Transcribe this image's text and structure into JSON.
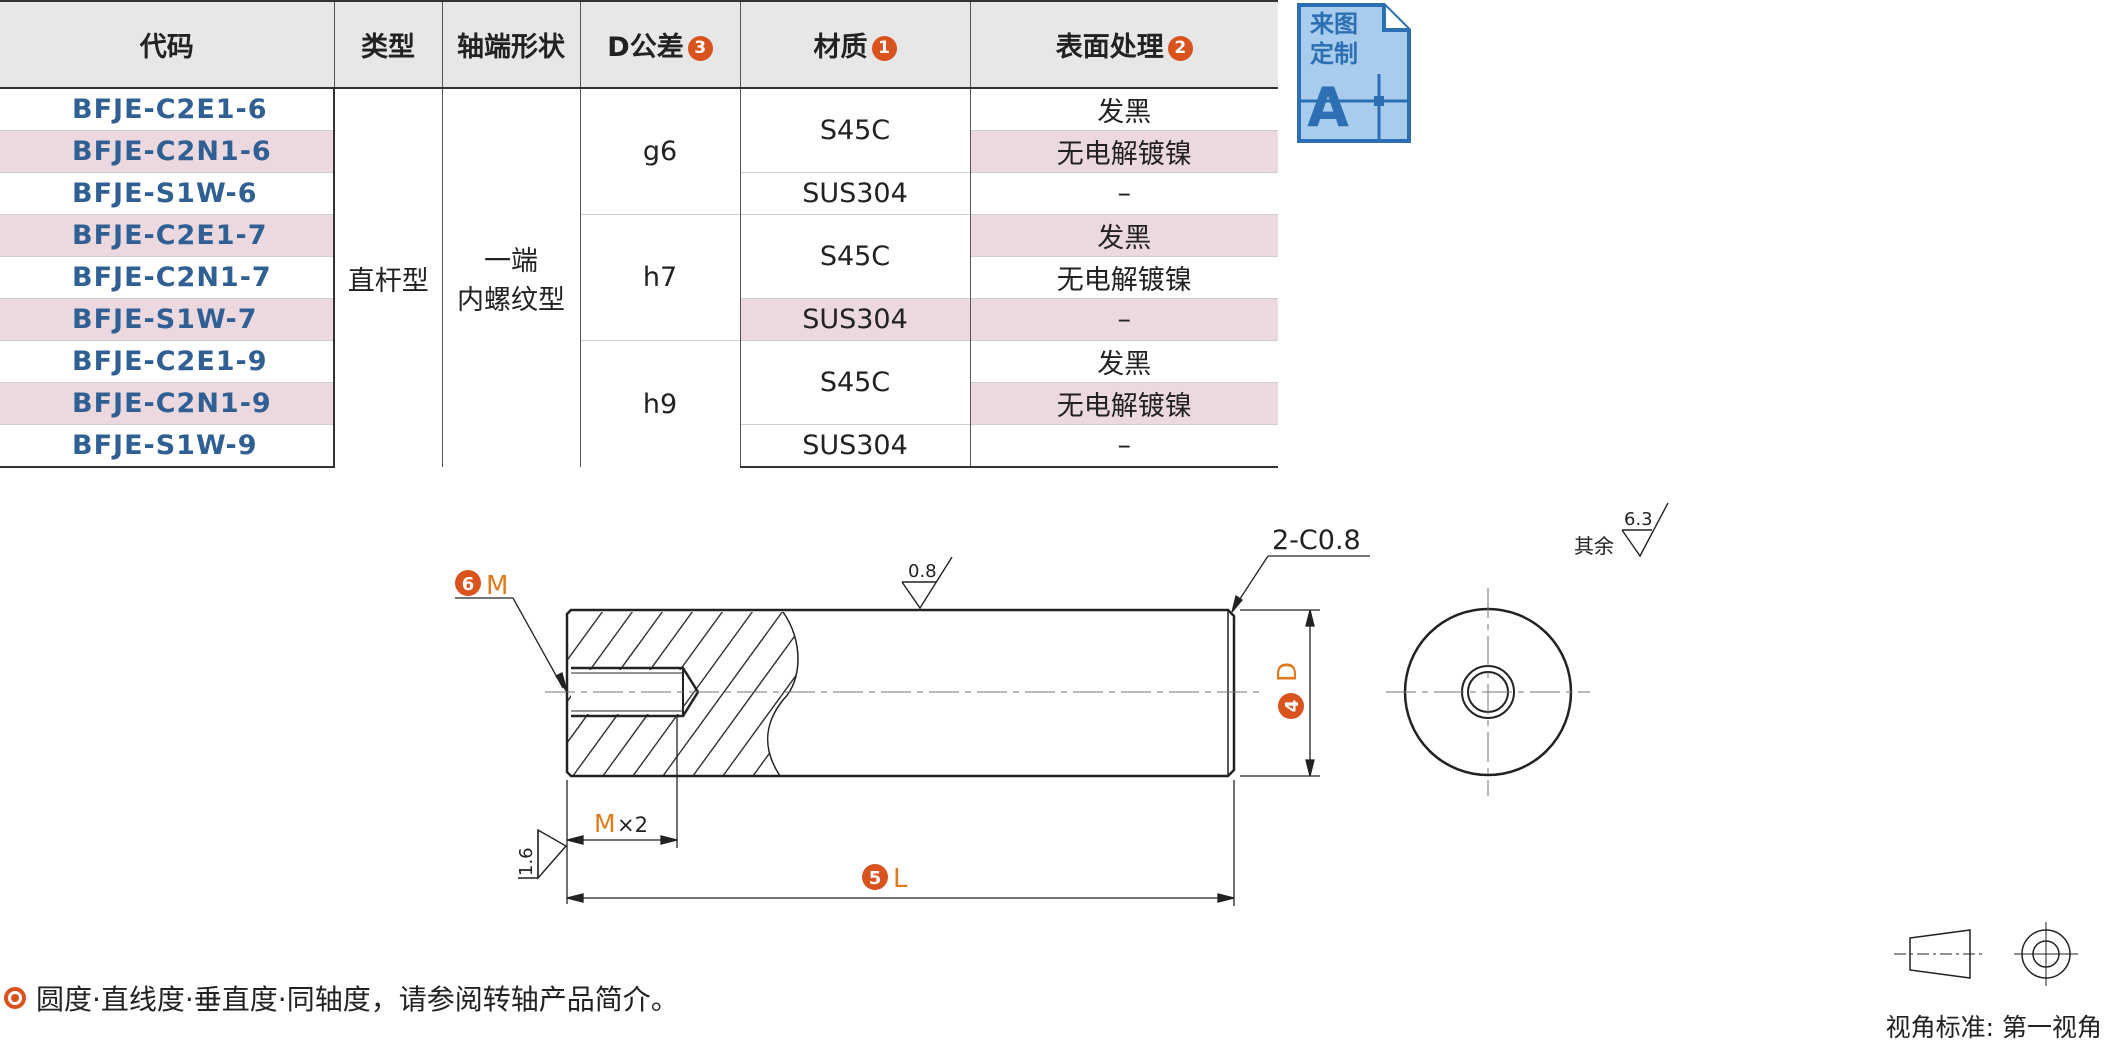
{
  "table": {
    "headers": {
      "code": "代码",
      "type": "类型",
      "shaft_end": "轴端形状",
      "d_tolerance": "D公差",
      "d_tolerance_badge": "3",
      "material": "材质",
      "material_badge": "1",
      "surface": "表面处理",
      "surface_badge": "2"
    },
    "codes": [
      "BFJE-C2E1-6",
      "BFJE-C2N1-6",
      "BFJE-S1W-6",
      "BFJE-C2E1-7",
      "BFJE-C2N1-7",
      "BFJE-S1W-7",
      "BFJE-C2E1-9",
      "BFJE-C2N1-9",
      "BFJE-S1W-9"
    ],
    "type_value": "直杆型",
    "shaft_end_value_line1": "一端",
    "shaft_end_value_line2": "内螺纹型",
    "tolerances": [
      "g6",
      "h7",
      "h9"
    ],
    "materials": [
      "S45C",
      "SUS304",
      "S45C",
      "SUS304",
      "S45C",
      "SUS304"
    ],
    "finishes": [
      "发黑",
      "无电解镀镍",
      "–",
      "发黑",
      "无电解镀镍",
      "–",
      "发黑",
      "无电解镀镍",
      "–"
    ]
  },
  "custom_badge": {
    "line1": "来图",
    "line2": "定制",
    "letter": "A"
  },
  "drawing": {
    "label_m_num": "6",
    "label_m": "M",
    "label_mx2": "M",
    "label_mx2_suffix": "×2",
    "label_l_num": "5",
    "label_l": "L",
    "label_d_num": "4",
    "label_d": "D",
    "chamfer": "2-C0.8",
    "roughness_top": "0.8",
    "roughness_end": "1.6",
    "roughness_other_label": "其余",
    "roughness_other": "6.3"
  },
  "footer": {
    "note": "圆度·直线度·垂直度·同轴度，请参阅转轴产品简介。",
    "view_standard": "视角标准: 第一视角"
  },
  "colors": {
    "accent": "#d9531e",
    "code_blue": "#2f5f93",
    "row_pink": "#ecd9e0",
    "header_gray": "#e7e7e7",
    "badge_blue": "#2c6fb3"
  }
}
